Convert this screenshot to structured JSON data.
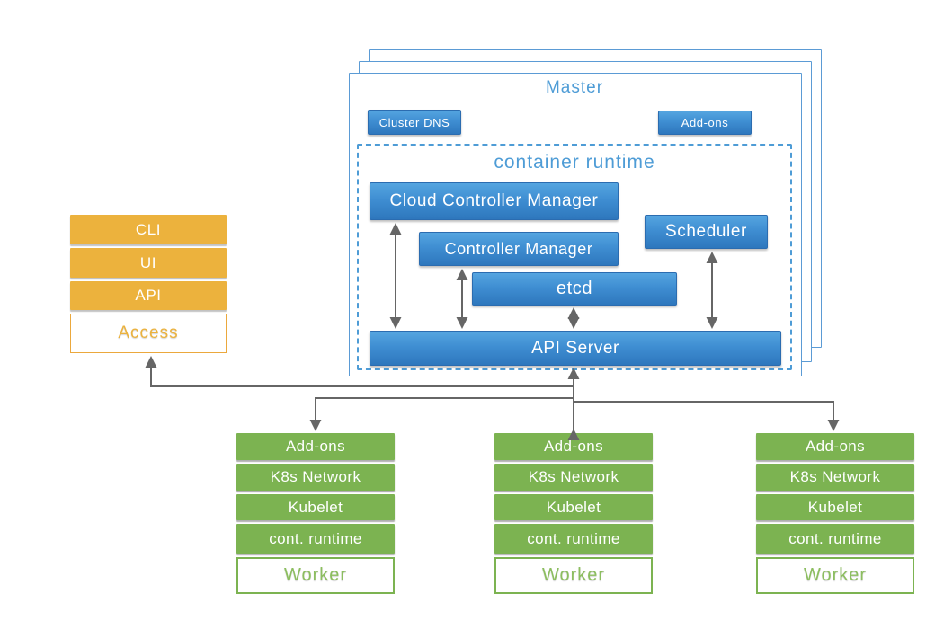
{
  "colors": {
    "blue_top": "#55a5e0",
    "blue_bottom": "#2e77bd",
    "panel_border": "#5b9bd5",
    "title_text": "#4e9cd6",
    "orange": "#ecb23d",
    "orange_text": "#ebb23e",
    "green": "#7cb351",
    "green_text": "#8cbe5f",
    "line_gray": "#666666"
  },
  "master": {
    "title": "Master",
    "cluster_dns_label": "Cluster DNS",
    "addons_label": "Add-ons",
    "container_runtime": {
      "title": "container runtime",
      "components": {
        "cloud_controller_manager": "Cloud Controller Manager",
        "controller_manager": "Controller Manager",
        "scheduler": "Scheduler",
        "etcd": "etcd",
        "api_server": "API Server"
      }
    }
  },
  "access_stack": {
    "items": [
      "CLI",
      "UI",
      "API"
    ],
    "title": "Access"
  },
  "workers": [
    {
      "items": [
        "Add-ons",
        "K8s Network",
        "Kubelet",
        "cont. runtime"
      ],
      "title": "Worker"
    },
    {
      "items": [
        "Add-ons",
        "K8s Network",
        "Kubelet",
        "cont. runtime"
      ],
      "title": "Worker"
    },
    {
      "items": [
        "Add-ons",
        "K8s Network",
        "Kubelet",
        "cont. runtime"
      ],
      "title": "Worker"
    }
  ]
}
